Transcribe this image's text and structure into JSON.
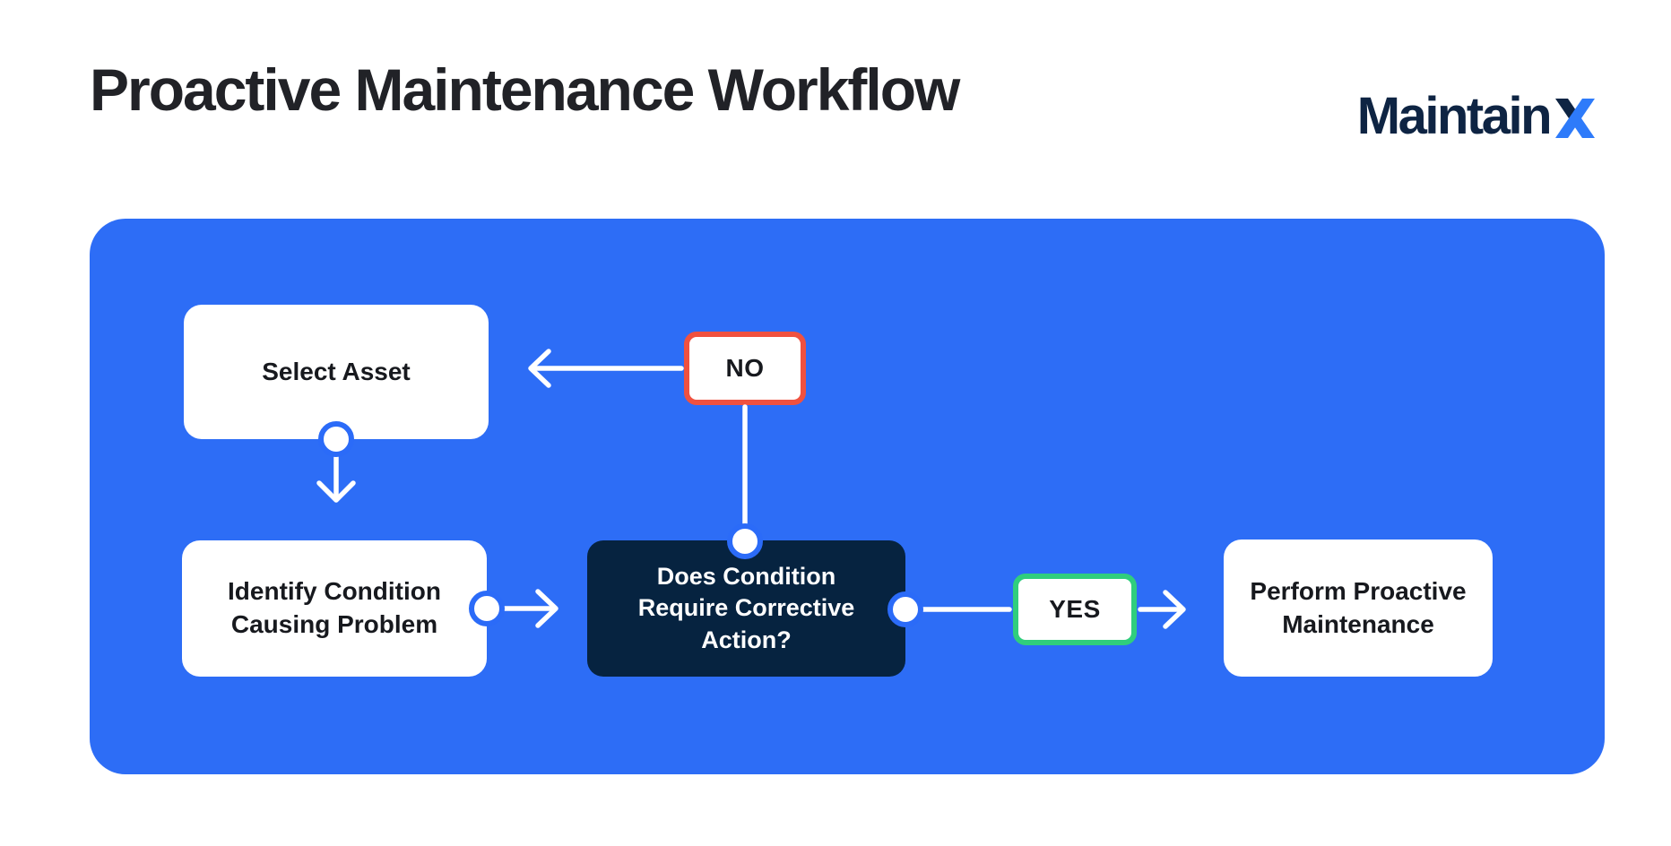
{
  "header": {
    "title": "Proactive Maintenance Workflow",
    "logo": {
      "word": "Maintain",
      "x": "X"
    }
  },
  "colors": {
    "panel_blue": "#2D6DF6",
    "decision_navy": "#062340",
    "no_border_red": "#F0513F",
    "yes_border_green": "#30CE7D",
    "connector_white": "#FFFFFF",
    "box_text_dark": "#17191E",
    "title_dark": "#212227",
    "logo_navy": "#0E2443",
    "logo_blue": "#2E7BFA"
  },
  "flowchart": {
    "nodes": {
      "select_asset": {
        "label": "Select Asset"
      },
      "identify_condition": {
        "label": "Identify Condition Causing Problem"
      },
      "decision": {
        "label": "Does Condition Require Corrective Action?"
      },
      "no": {
        "label": "NO"
      },
      "yes": {
        "label": "YES"
      },
      "perform": {
        "label": "Perform Proactive Maintenance"
      }
    },
    "edges": [
      {
        "from": "Does Condition Require Corrective Action?",
        "to": "Select Asset",
        "via": "NO"
      },
      {
        "from": "Select Asset",
        "to": "Identify Condition Causing Problem"
      },
      {
        "from": "Identify Condition Causing Problem",
        "to": "Does Condition Require Corrective Action?"
      },
      {
        "from": "Does Condition Require Corrective Action?",
        "to": "Perform Proactive Maintenance",
        "via": "YES"
      }
    ]
  }
}
